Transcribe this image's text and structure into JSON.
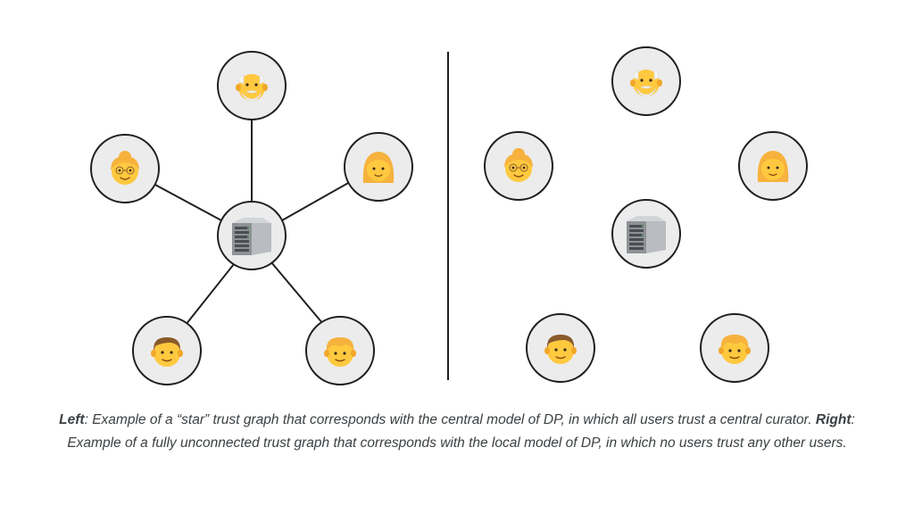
{
  "caption": {
    "left_label": "Left",
    "left_text": ": Example of a “star” trust graph that corresponds with the central model of DP, in which all users trust a central curator. ",
    "right_label": "Right",
    "right_text": ": Example of a fully unconnected trust graph that corresponds with the local model of DP, in which no users trust any other users."
  },
  "icons": {
    "user_types": [
      "older-man-icon",
      "older-woman-icon",
      "woman-icon",
      "man-icon",
      "blond-person-icon"
    ],
    "curator": "server-icon"
  },
  "colors": {
    "node_fill": "#ececec",
    "stroke": "#1f1f1f",
    "caption_text": "#3c4043"
  }
}
